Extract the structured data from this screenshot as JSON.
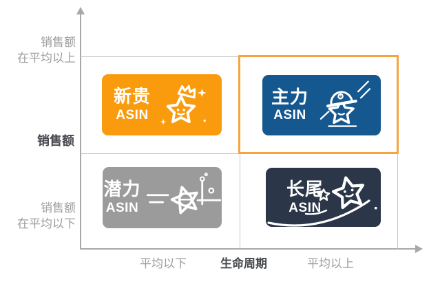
{
  "diagram": {
    "title_semantic": "ASIN lifecycle quadrant matrix",
    "y_axis": {
      "label_top": {
        "line1": "销售额",
        "line2": "在平均以上"
      },
      "label_mid": "销售额",
      "label_bottom": {
        "line1": "销售额",
        "line2": "在平均以下"
      }
    },
    "x_axis": {
      "label_left": "平均以下",
      "label_mid": "生命周期",
      "label_right": "平均以上"
    },
    "quadrants": [
      {
        "position": "top-left",
        "title": "新贵",
        "subtitle": "ASIN",
        "color": "#F99B0C",
        "icon": "crown-star-icon",
        "highlighted": false
      },
      {
        "position": "top-right",
        "title": "主力",
        "subtitle": "ASIN",
        "color": "#15578F",
        "icon": "hardhat-star-icon",
        "highlighted": true
      },
      {
        "position": "bottom-left",
        "title": "潜力",
        "subtitle": "ASIN",
        "color": "#9B9B9B",
        "icon": "diving-star-icon",
        "highlighted": false
      },
      {
        "position": "bottom-right",
        "title": "长尾",
        "subtitle": "ASIN",
        "color": "#2B3648",
        "icon": "shooting-star-icon",
        "highlighted": false
      }
    ],
    "highlight": {
      "border_color": "#F7A43F"
    },
    "colors": {
      "grid_line": "#C6C6C6",
      "axis_line": "#A8A8A8",
      "label_gray": "#9C9DA0",
      "label_dark": "#47494E"
    }
  }
}
